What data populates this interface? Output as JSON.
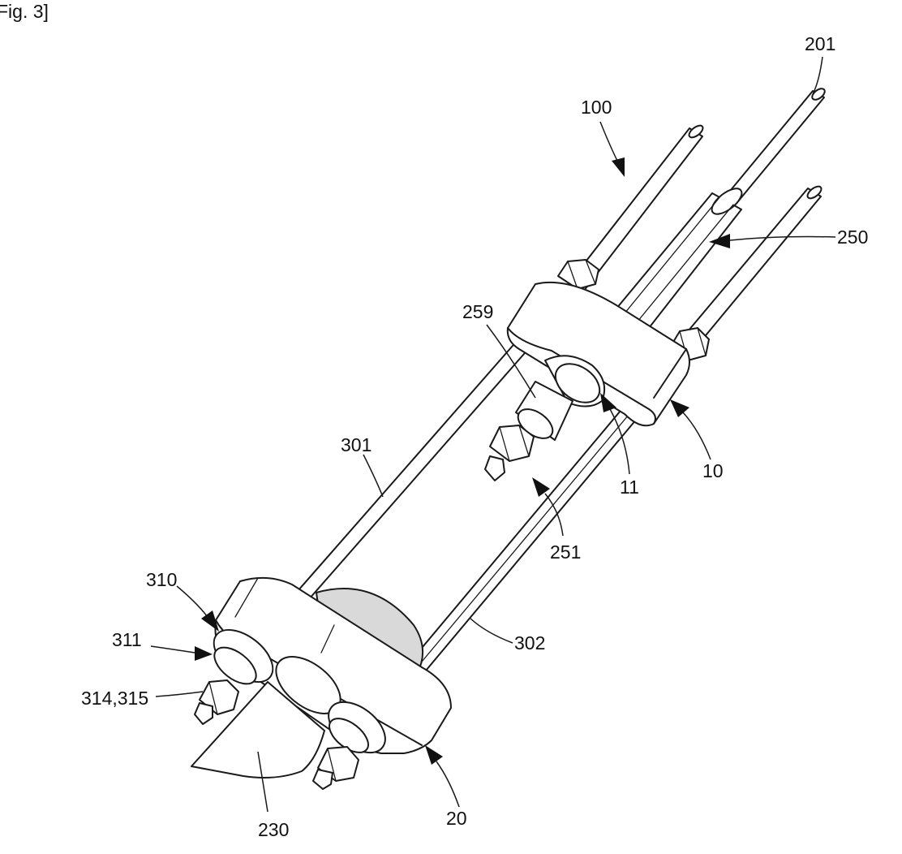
{
  "figure_caption": "Fig. 3]",
  "labels": {
    "l201": "201",
    "l100": "100",
    "l250": "250",
    "l259": "259",
    "l301": "301",
    "l11": "11",
    "l10": "10",
    "l251": "251",
    "l310": "310",
    "l311": "311",
    "l302": "302",
    "l314_315": "314,315",
    "l230": "230",
    "l20": "20"
  }
}
